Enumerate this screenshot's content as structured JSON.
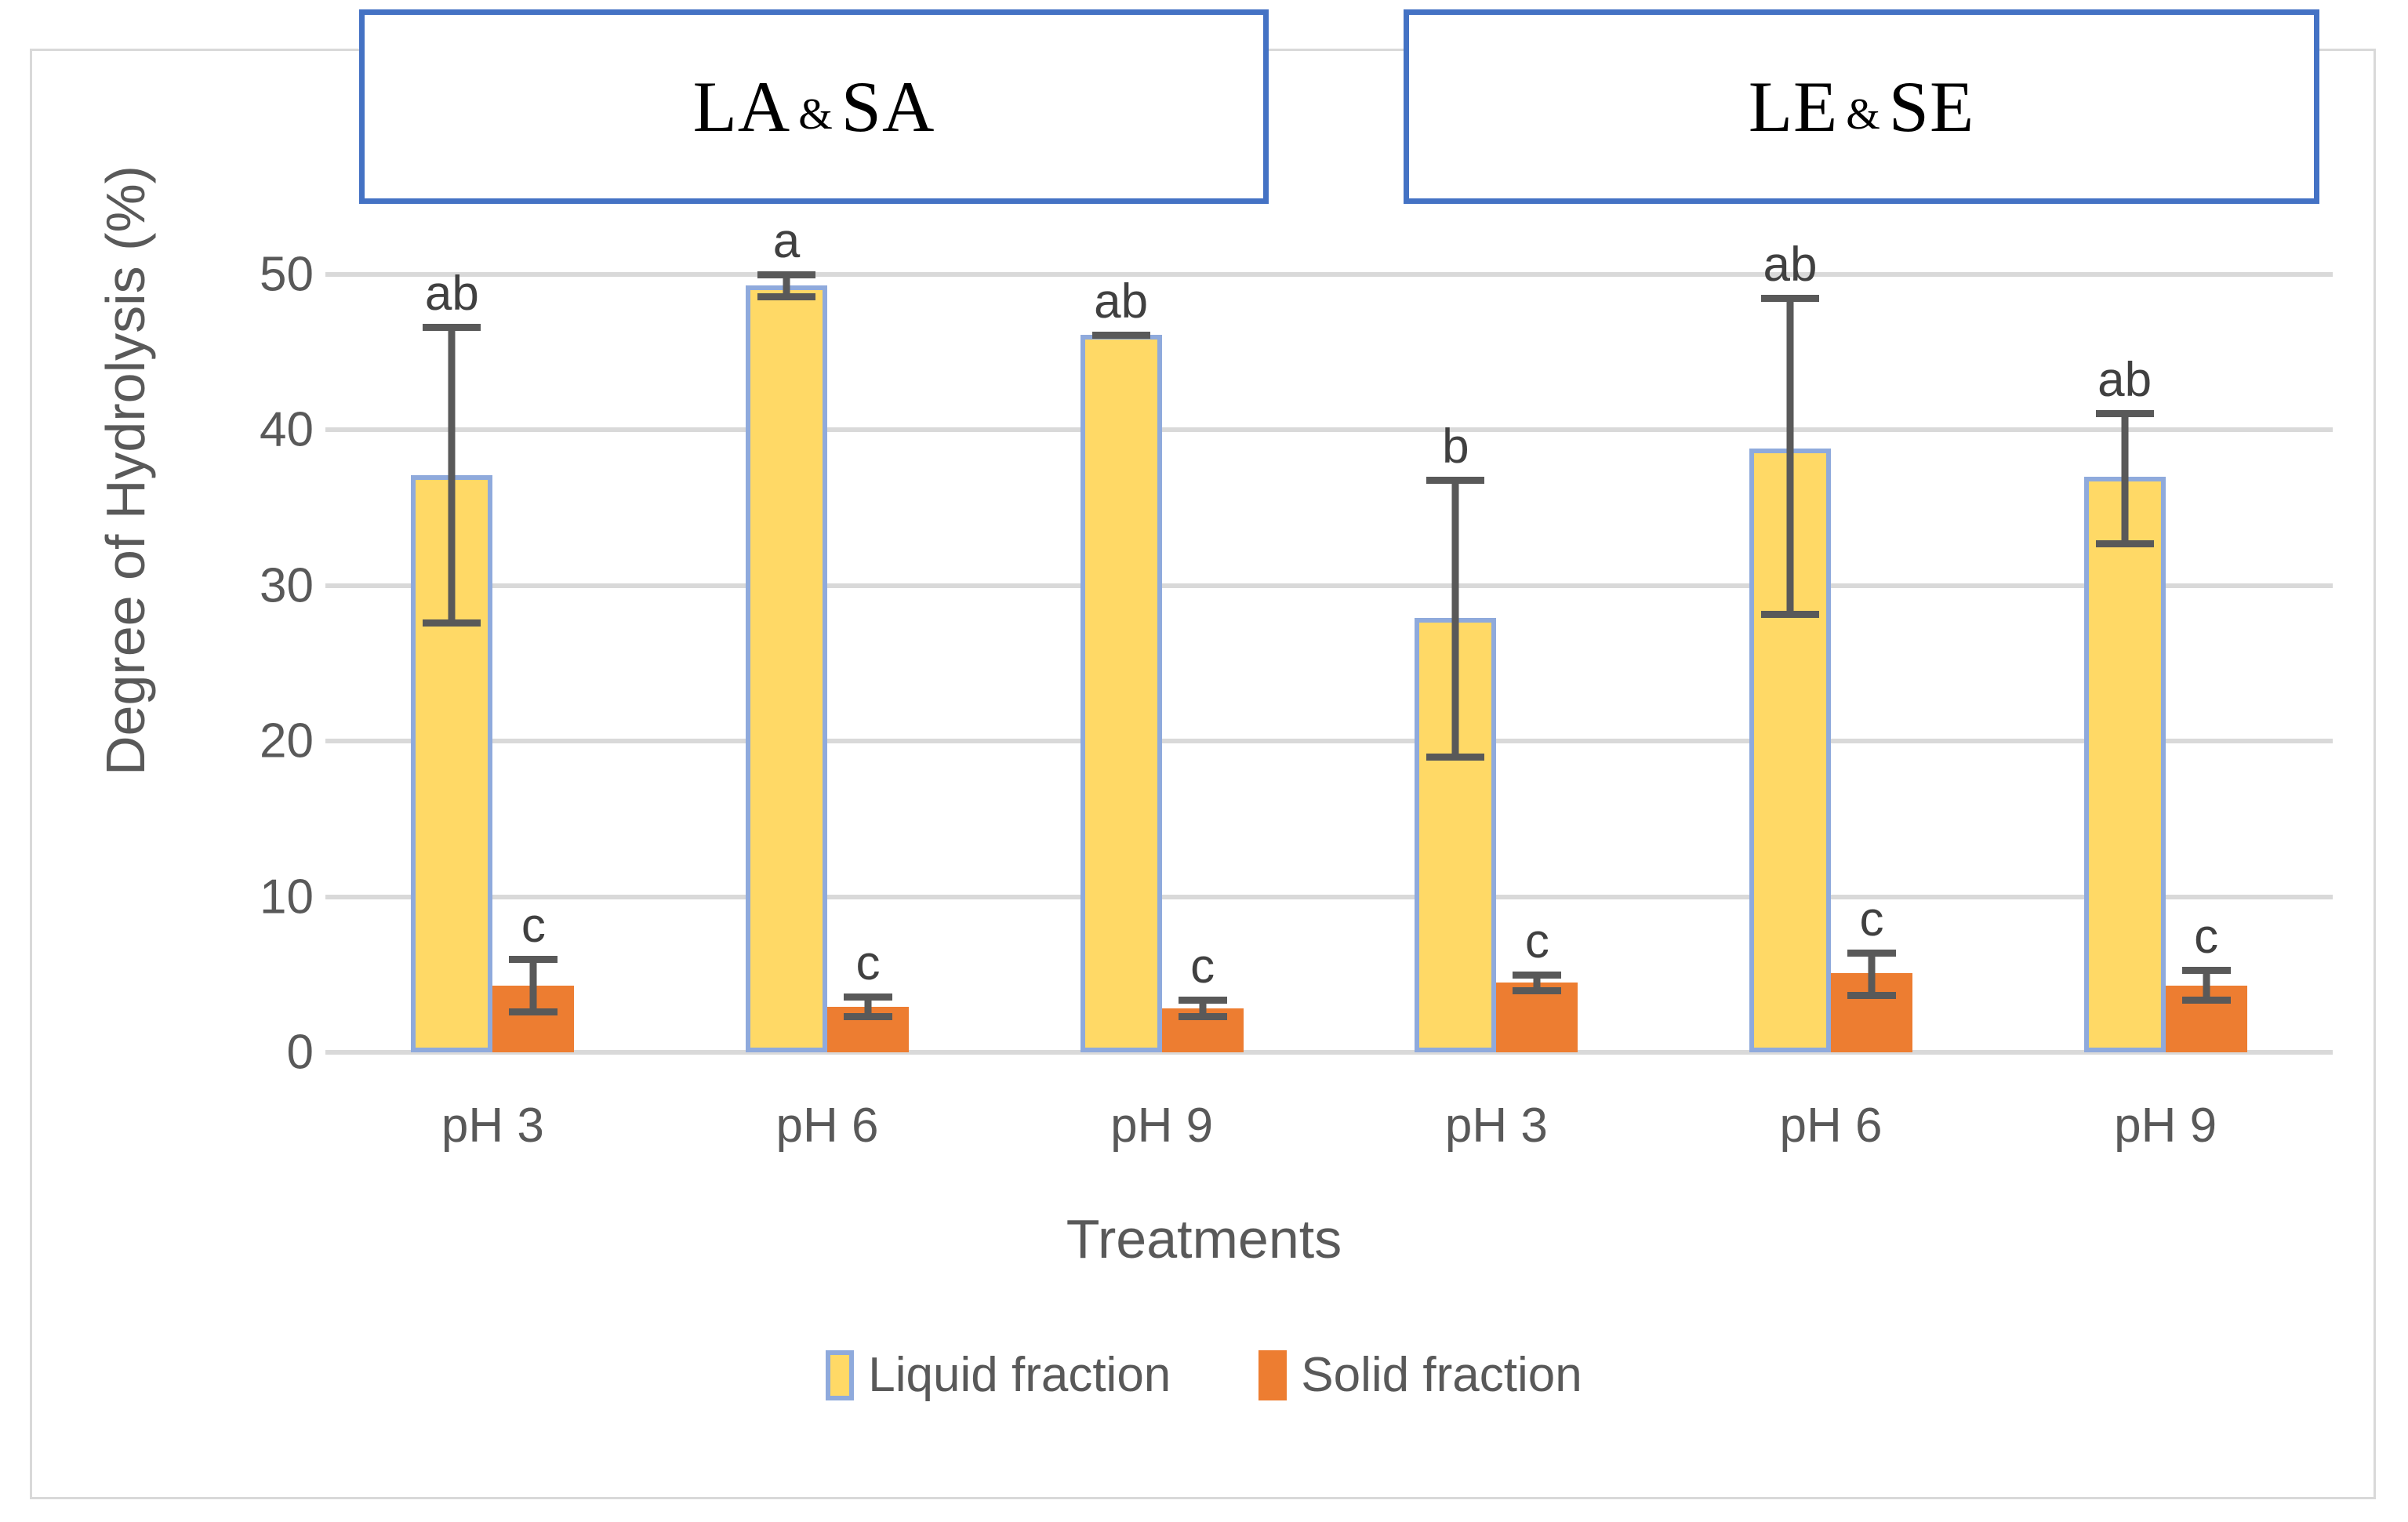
{
  "chart_data": {
    "type": "bar",
    "title": "",
    "xlabel": "Treatments",
    "ylabel": "Degree of Hydrolysis (%)",
    "ylim": [
      0,
      50
    ],
    "yticks": [
      0,
      10,
      20,
      30,
      40,
      50
    ],
    "grid": true,
    "legend_position": "bottom",
    "group_headers": [
      {
        "prefix": "LA",
        "amp": "&",
        "suffix": "SA",
        "full": "LA & SA"
      },
      {
        "prefix": "LE",
        "amp": "&",
        "suffix": "SE",
        "full": "LE & SE"
      }
    ],
    "categories": [
      "pH 3",
      "pH 6",
      "pH 9",
      "pH 3",
      "pH 6",
      "pH 9"
    ],
    "groups": [
      "LA & SA",
      "LA & SA",
      "LA & SA",
      "LE & SE",
      "LE & SE",
      "LE & SE"
    ],
    "series": [
      {
        "name": "Liquid fraction",
        "color": "#FFD966",
        "border_color": "#8FAADC",
        "values": [
          37.1,
          49.3,
          46.1,
          27.9,
          38.8,
          37.0
        ],
        "err_low": [
          27.6,
          48.6,
          46.1,
          19.0,
          28.2,
          32.7
        ],
        "err_high": [
          46.6,
          50.0,
          46.1,
          36.8,
          48.5,
          41.1
        ],
        "sig_letters": [
          "ab",
          "a",
          "ab",
          "b",
          "ab",
          "ab"
        ]
      },
      {
        "name": "Solid fraction",
        "color": "#ED7D31",
        "border_color": "#ED7D31",
        "values": [
          4.3,
          2.9,
          2.8,
          4.5,
          5.1,
          4.3
        ],
        "err_low": [
          2.6,
          2.3,
          2.3,
          4.0,
          3.7,
          3.4
        ],
        "err_high": [
          6.0,
          3.6,
          3.4,
          5.0,
          6.4,
          5.3
        ],
        "sig_letters": [
          "c",
          "c",
          "c",
          "c",
          "c",
          "c"
        ]
      }
    ],
    "legend": [
      {
        "label": "Liquid fraction",
        "color": "#FFD966",
        "border_color": "#8FAADC"
      },
      {
        "label": "Solid fraction",
        "color": "#ED7D31",
        "border_color": "#ED7D31"
      }
    ],
    "colors": {
      "liquid_fill": "#FFD966",
      "liquid_border": "#8FAADC",
      "solid_fill": "#ED7D31",
      "gridline": "#d9d9d9",
      "text": "#595959",
      "header_border": "#4472C4",
      "error_bar": "#595959"
    }
  }
}
